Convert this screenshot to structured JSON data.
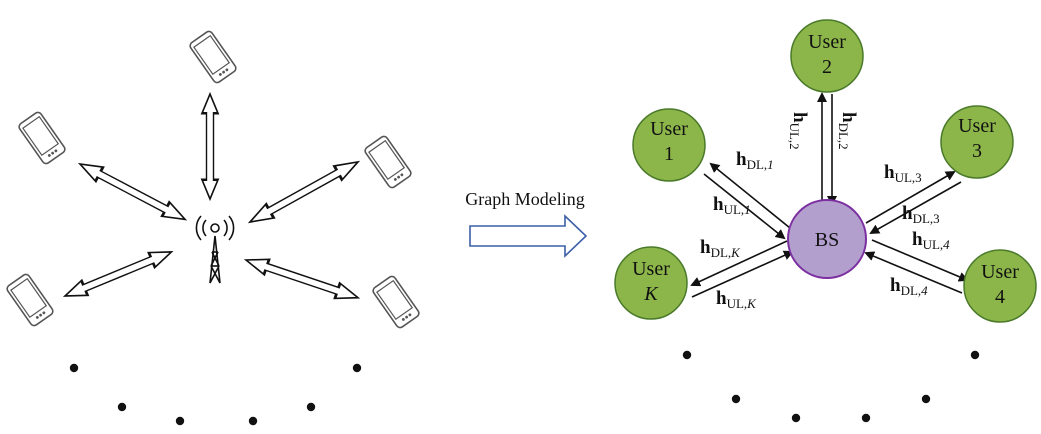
{
  "arrow_label": "Graph Modeling",
  "bs_label": "BS",
  "users": [
    {
      "id": "1",
      "line1": "User",
      "line2": "1",
      "italic": false
    },
    {
      "id": "2",
      "line1": "User",
      "line2": "2",
      "italic": false
    },
    {
      "id": "3",
      "line1": "User",
      "line2": "3",
      "italic": false
    },
    {
      "id": "K",
      "line1": "User",
      "line2": "K",
      "italic": true
    },
    {
      "id": "4",
      "line1": "User",
      "line2": "4",
      "italic": false
    }
  ],
  "channels": {
    "h_main": "h",
    "DL": "DL,",
    "UL": "UL,",
    "idx1": "1",
    "idx2": "2",
    "idx3": "3",
    "idx4": "4",
    "idxK": "K"
  },
  "colors": {
    "user_fill": "#8db64a",
    "user_stroke": "#4a7a2a",
    "bs_fill": "#b39fcd",
    "bs_stroke": "#7b2fa0",
    "arrow_outline": "#3b5fa8"
  }
}
